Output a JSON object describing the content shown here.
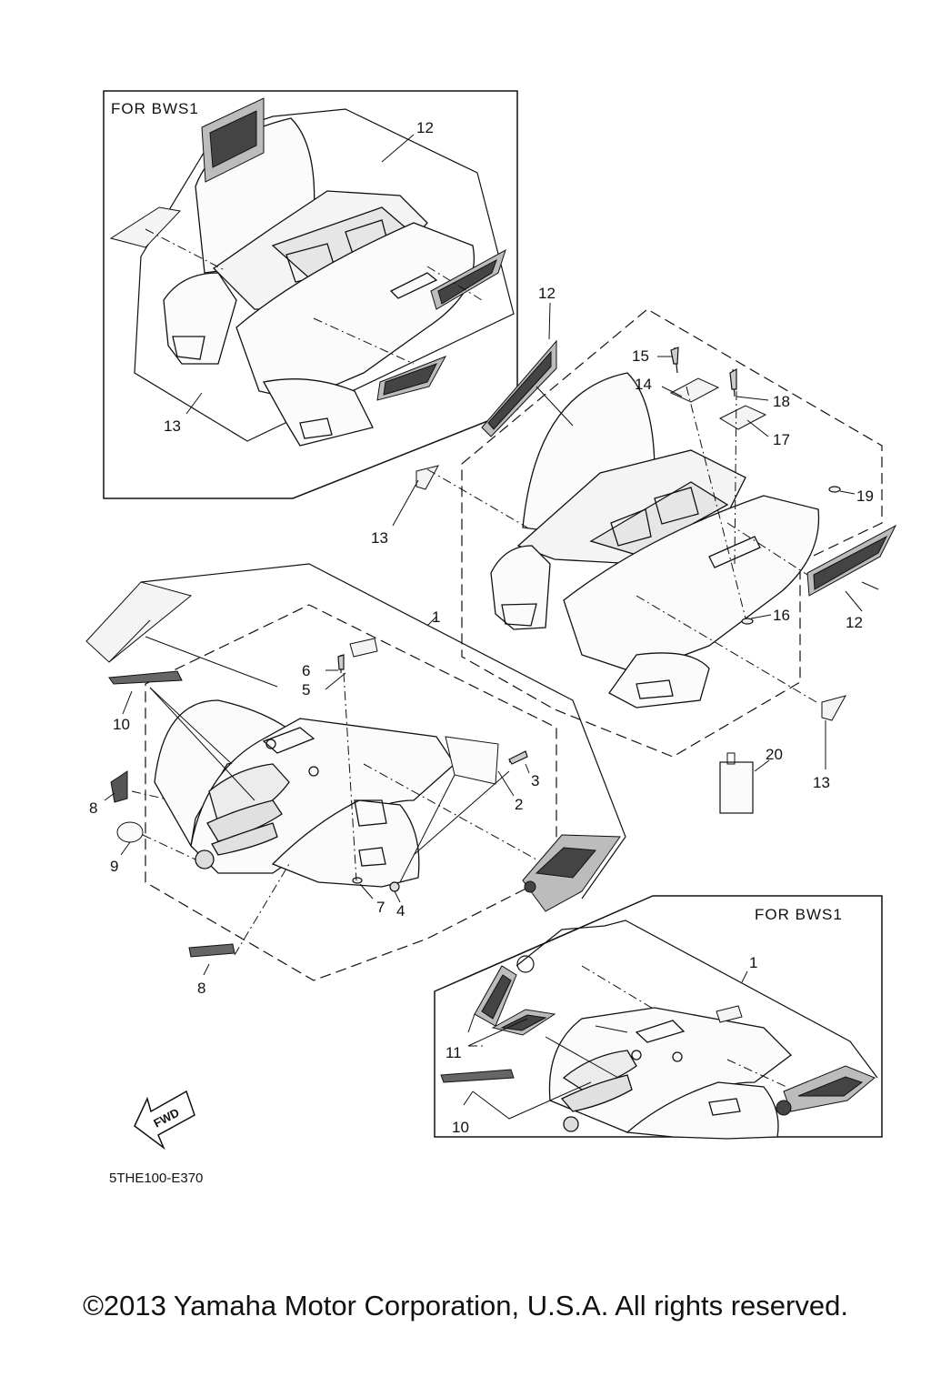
{
  "inset_top": {
    "label": "FOR  BWS1"
  },
  "inset_bottom": {
    "label": "FOR  BWS1"
  },
  "callouts": {
    "c1_main": "1",
    "c1_inset": "1",
    "c2": "2",
    "c3": "3",
    "c4": "4",
    "c5": "5",
    "c6": "6",
    "c7": "7",
    "c8_upper": "8",
    "c8_lower": "8",
    "c9": "9",
    "c10_main": "10",
    "c10_inset": "10",
    "c11": "11",
    "c12_inset": "12",
    "c12_upper": "12",
    "c12_right": "12",
    "c13_inset": "13",
    "c13_left": "13",
    "c13_right": "13",
    "c14": "14",
    "c15": "15",
    "c16": "16",
    "c17": "17",
    "c18": "18",
    "c19": "19",
    "c20": "20"
  },
  "fwd_marker": "FWD",
  "diagram_code": "5THE100-E370",
  "copyright": "©2013 Yamaha Motor Corporation, U.S.A. All rights reserved."
}
